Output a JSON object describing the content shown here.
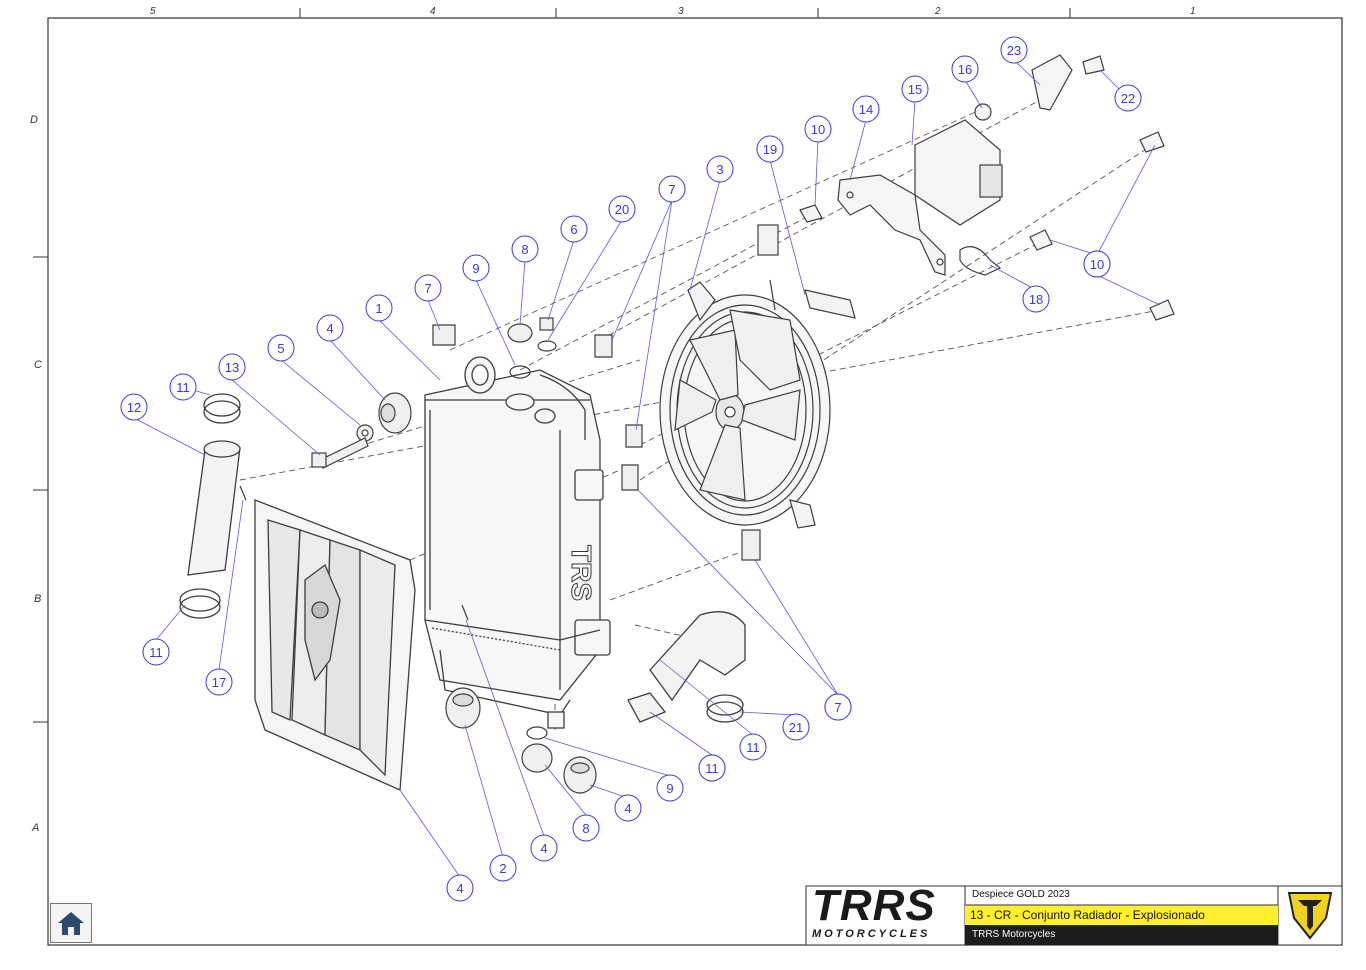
{
  "grid": {
    "columns": [
      "5",
      "4",
      "3",
      "2",
      "1"
    ],
    "rows": [
      "D",
      "C",
      "B",
      "A"
    ]
  },
  "title_block": {
    "brand": "TRRS",
    "brand_sub": "MOTORCYCLES",
    "line1": "Despiece GOLD 2023",
    "line2": "13 - CR - Conjunto Radiador - Explosionado",
    "line3": "TRRS Motorcycles",
    "highlight_color": "#ffef2e"
  },
  "callouts": [
    "23",
    "22",
    "16",
    "15",
    "14",
    "10",
    "19",
    "3",
    "7",
    "20",
    "6",
    "8",
    "9",
    "7",
    "1",
    "4",
    "5",
    "13",
    "11",
    "12",
    "10",
    "18",
    "10",
    "7",
    "11",
    "17",
    "4",
    "9",
    "8",
    "4",
    "2",
    "4",
    "17",
    "11",
    "21",
    "11",
    "7"
  ],
  "colors": {
    "line": "#4a4a4a",
    "callout": "#3b3bd6",
    "brand": "#1a1a1a"
  },
  "icons": [
    "home-icon",
    "trrs-shield-icon"
  ]
}
